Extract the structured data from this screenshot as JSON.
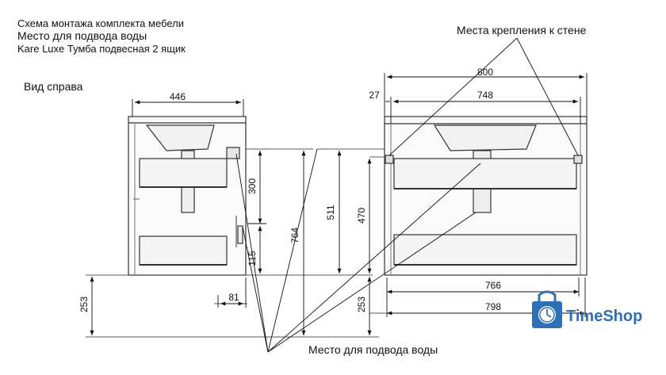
{
  "header": {
    "line1": "Схема монтажа комплекта мебели",
    "line2": "Место для подвода воды",
    "line3": "Kare Luxe Тумба подвесная 2 ящик"
  },
  "side_view": {
    "label": "Вид справа",
    "width": "446",
    "drawer_height": "300",
    "bottom_offset": "115",
    "pipe_offset": "81",
    "total_height": "764",
    "floor_gap": "253"
  },
  "front_view": {
    "total_width": "800",
    "side_offset": "27",
    "inner_width": "748",
    "height_511": "511",
    "height_470": "470",
    "floor_gap": "253",
    "width_766": "766",
    "width_798": "798"
  },
  "callouts": {
    "wall_mounts": "Места крепления к стене",
    "water_supply": "Место для подвода воды"
  },
  "logo": {
    "brand": "TimeShop",
    "color": "#2f6fb5",
    "icon": "shopping-bag-clock-icon"
  }
}
